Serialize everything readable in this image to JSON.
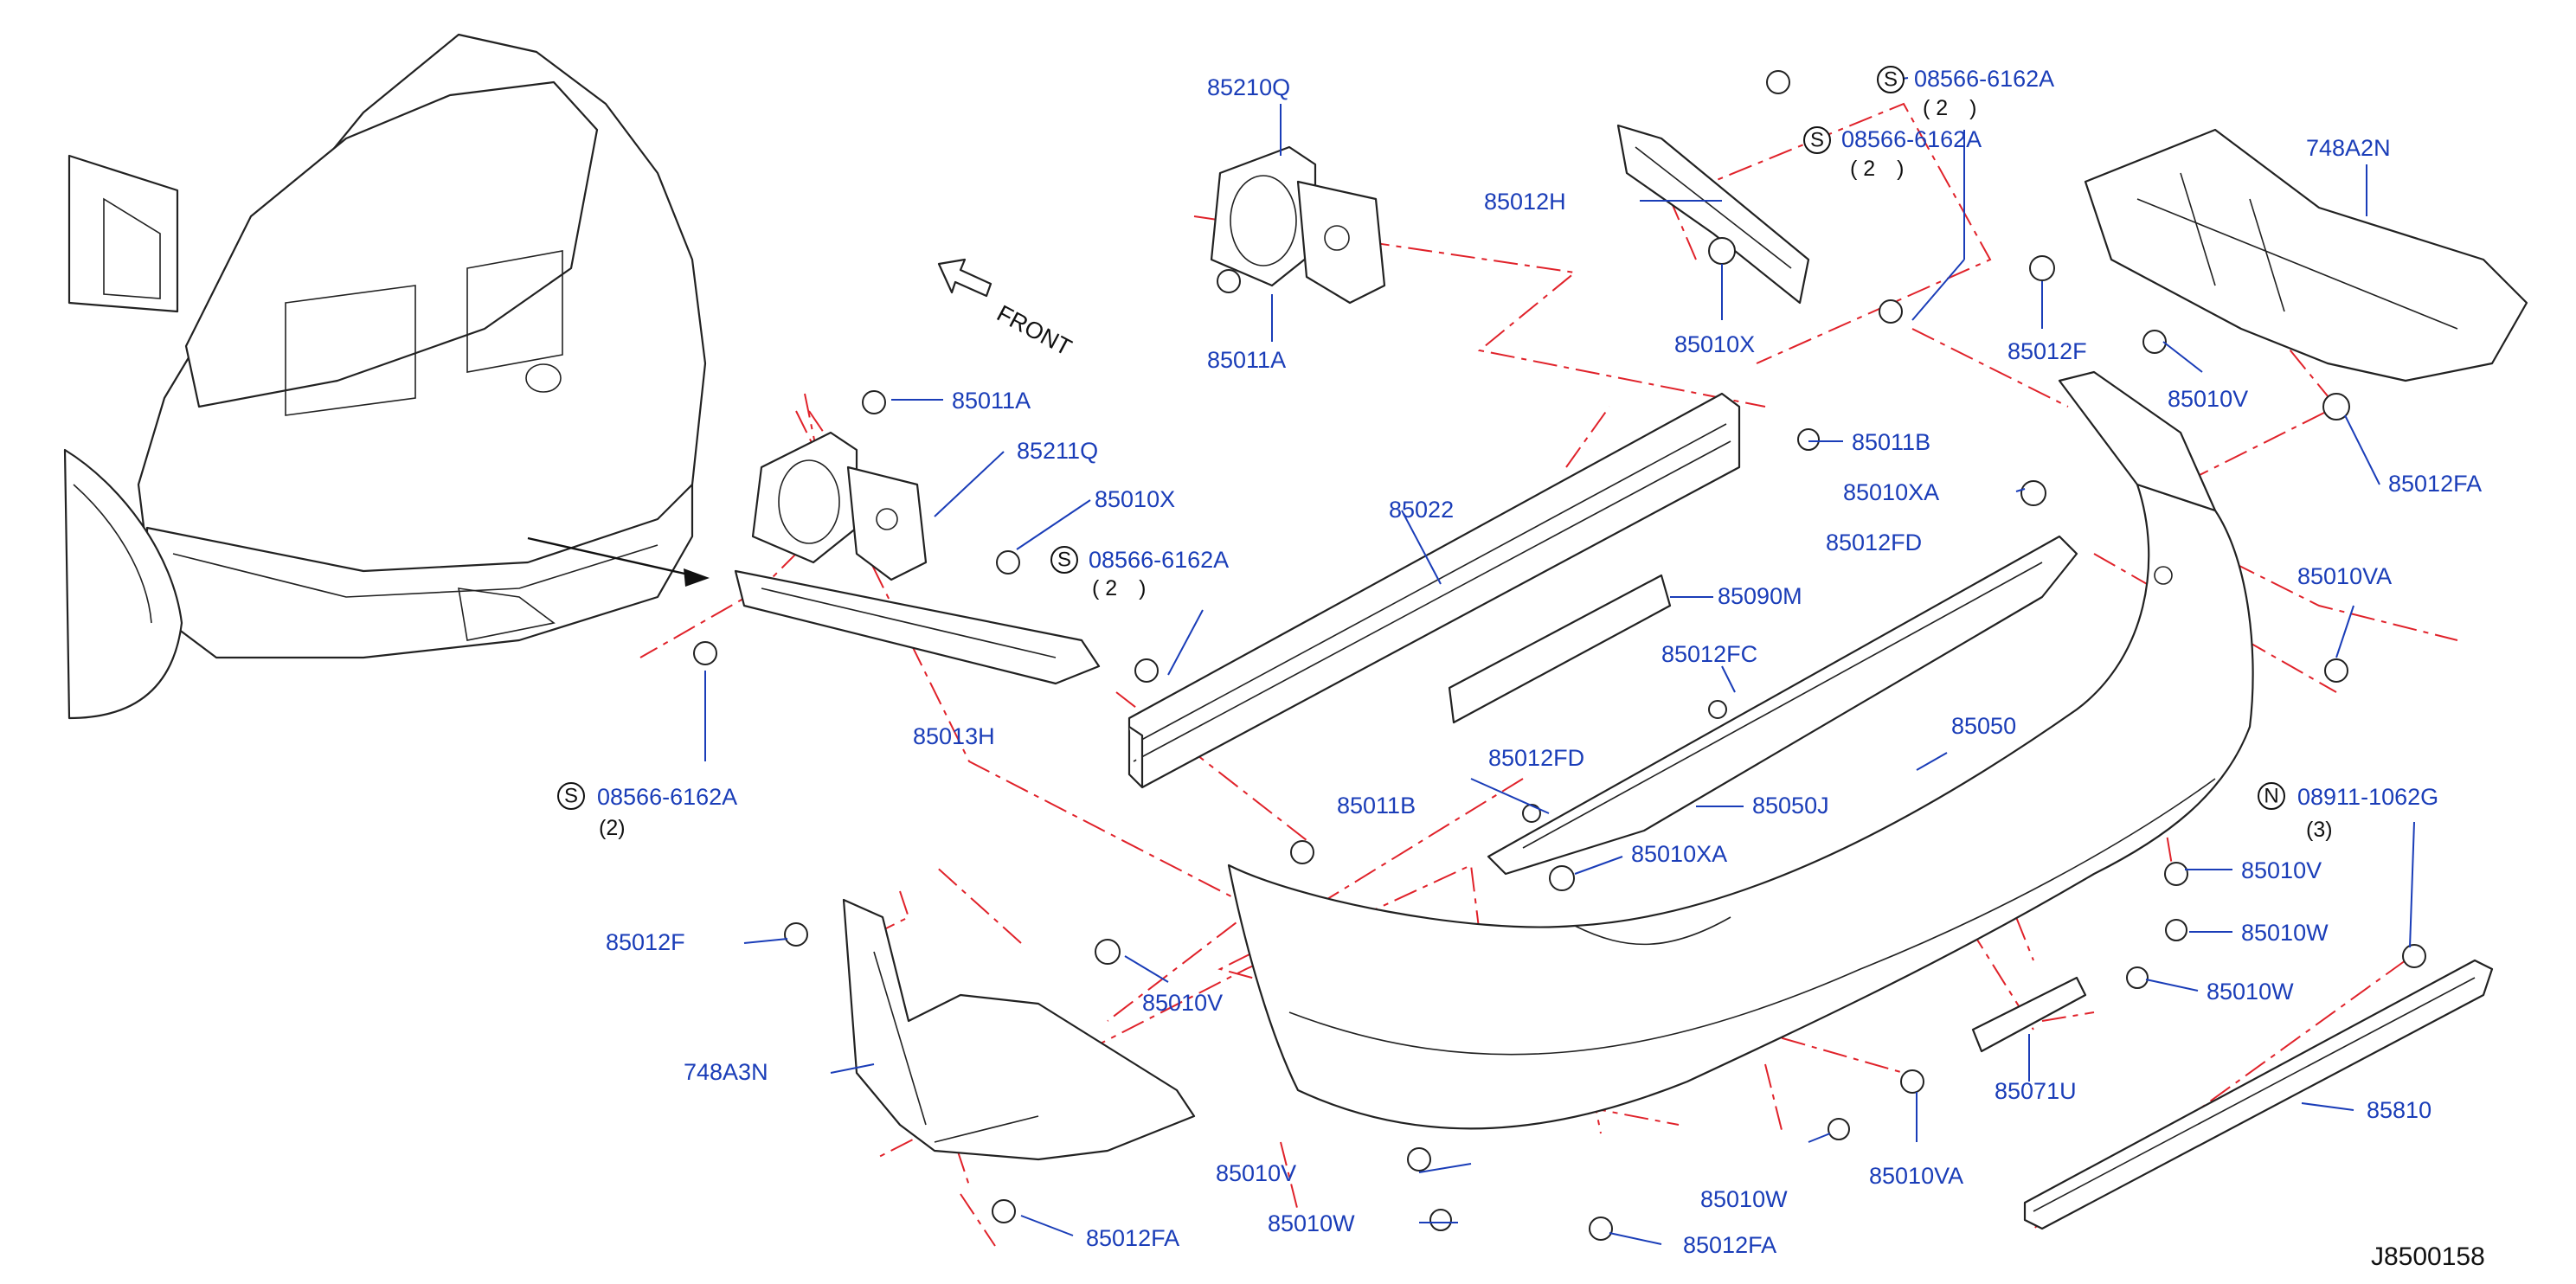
{
  "diagram_id": "J8500158",
  "front_label": "FRONT",
  "parts": {
    "p85210Q": "85210Q",
    "p85011A_top": "85011A",
    "p85011A_left": "85011A",
    "p85211Q": "85211Q",
    "p85010X_left": "85010X",
    "p85022": "85022",
    "p85013H": "85013H",
    "p85012H": "85012H",
    "p85010X_mid": "85010X",
    "p85011B_top": "85011B",
    "p85011B_mid": "85011B",
    "p85090M": "85090M",
    "p85012FD_top": "85012FD",
    "p85012FC": "85012FC",
    "p85012FD_mid": "85012FD",
    "p85050J": "85050J",
    "p85010XA_top": "85010XA",
    "p85010XA_mid": "85010XA",
    "p85050": "85050",
    "p748A2N": "748A2N",
    "p85012F_right": "85012F",
    "p85010V_right": "85010V",
    "p85012FA_right": "85012FA",
    "p85010VA_right": "85010VA",
    "p85010V_r2": "85010V",
    "p85010W_r1": "85010W",
    "p85010W_r2": "85010W",
    "p85012F_left": "85012F",
    "p748A3N": "748A3N",
    "p85010V_left": "85010V",
    "p85010V_bottom": "85010V",
    "p85010W_bottom": "85010W",
    "p85012FA_left": "85012FA",
    "p85012FA_bottom": "85012FA",
    "p85010W_mid": "85010W",
    "p85010VA_bottom": "85010VA",
    "p85071U": "85071U",
    "p85810": "85810"
  },
  "callouts": {
    "s_top1": {
      "symbol": "S",
      "code": "08566-6162A",
      "qty": "( 2　)"
    },
    "s_top2": {
      "symbol": "S",
      "code": "08566-6162A",
      "qty": "( 2　)"
    },
    "s_mid": {
      "symbol": "S",
      "code": "08566-6162A",
      "qty": "( 2　)"
    },
    "s_left": {
      "symbol": "S",
      "code": "08566-6162A",
      "qty": "(2)"
    },
    "n_right": {
      "symbol": "N",
      "code": "08911-1062G",
      "qty": "(3)"
    }
  },
  "colors": {
    "label": "#1a3db8",
    "dashed_reference": "#e0222a",
    "linework": "#222222"
  }
}
